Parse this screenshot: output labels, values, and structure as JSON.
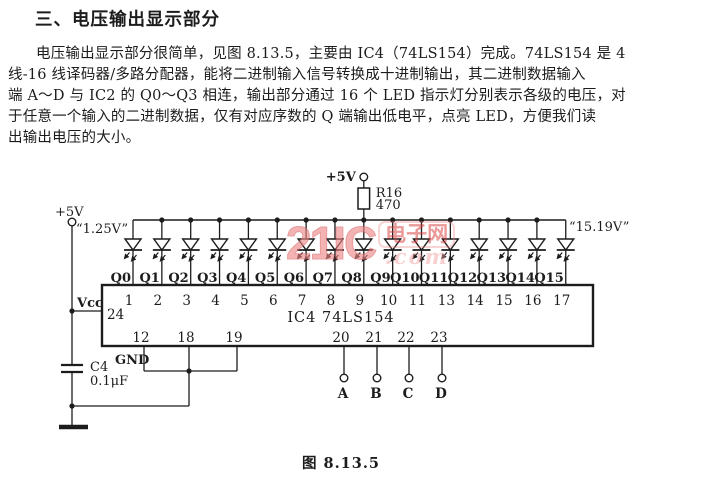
{
  "page": {
    "title": "三、电压输出显示部分",
    "paragraph_lines": [
      "电压输出显示部分很简单，见图 8.13.5，主要由 IC4（74LS154）完成。74LS154 是 4",
      "线-16 线译码器/多路分配器，能将二进制输入信号转换成十进制输出，其二进制数据输入",
      "端 A～D 与 IC2 的 Q0～Q3 相连，输出部分通过 16 个 LED 指示灯分别表示各级的电压，对",
      "于任意一个输入的二进制数据，仅有对应序数的 Q 端输出低电平，点亮 LED，方便我们读",
      "出输出电压的大小。"
    ],
    "caption": "图 8.13.5"
  },
  "watermark": {
    "brand": "21IC",
    "site": "电子网",
    "domain_text": ".com",
    "color_primary": "#ee8585",
    "color_red": "#d93c3c"
  },
  "schematic": {
    "ink_color": "#1c1c1c",
    "top_supply_label": "+5V",
    "resistor_name": "R16",
    "resistor_value": "470",
    "left_supply_label": "+5V",
    "first_led_note": "“1.25V”",
    "last_led_note": "“15.19V”",
    "vcc_label": "Vcc",
    "pin24_label": "24",
    "ic_label": "IC4 74LS154",
    "gnd_label": "GND",
    "capacitor_name": "C4",
    "capacitor_value": "0.1μF",
    "led_outputs": [
      "Q0",
      "Q1",
      "Q2",
      "Q3",
      "Q4",
      "Q5",
      "Q6",
      "Q7",
      "Q8",
      "Q9",
      "Q10",
      "Q11",
      "Q12",
      "Q13",
      "Q14",
      "Q15"
    ],
    "top_pins": [
      "1",
      "2",
      "3",
      "4",
      "5",
      "6",
      "7",
      "8",
      "9",
      "10",
      "11",
      "13",
      "14",
      "15",
      "16",
      "17"
    ],
    "gnd_pins": [
      "12",
      "18",
      "19"
    ],
    "input_pins": [
      {
        "pin": "20",
        "label": "A"
      },
      {
        "pin": "21",
        "label": "B"
      },
      {
        "pin": "22",
        "label": "C"
      },
      {
        "pin": "23",
        "label": "D"
      }
    ]
  }
}
